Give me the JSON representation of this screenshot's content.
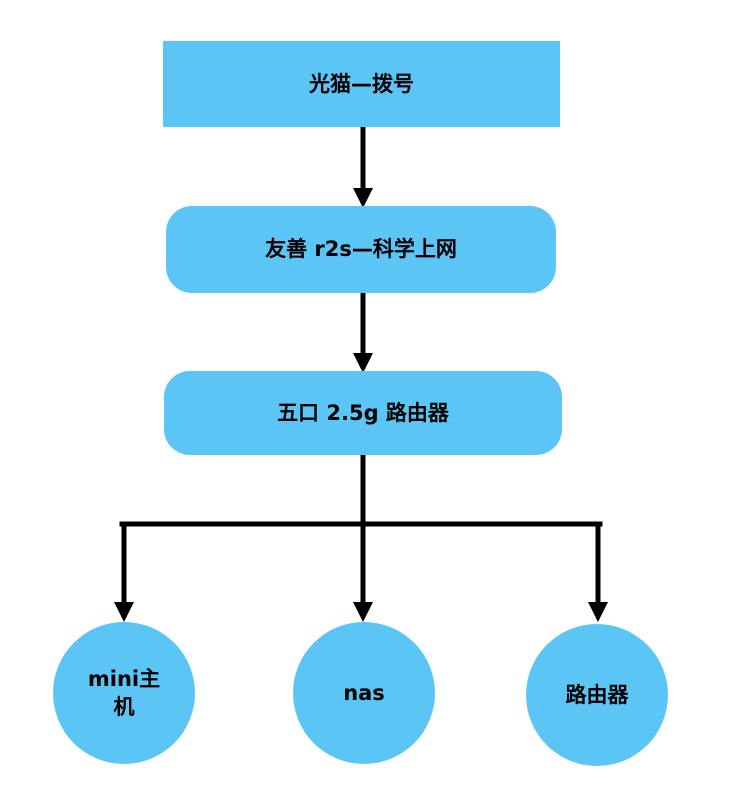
{
  "nodes": {
    "modem": "光猫—拨号",
    "r2s": "友善 r2s—科学上网",
    "router5": "五口 2.5g 路由器",
    "mini_line1": "mini主",
    "mini_line2": "机",
    "nas": "nas",
    "router": "路由器"
  },
  "colors": {
    "node_fill": "#5bc5f6",
    "connector": "#000000"
  }
}
